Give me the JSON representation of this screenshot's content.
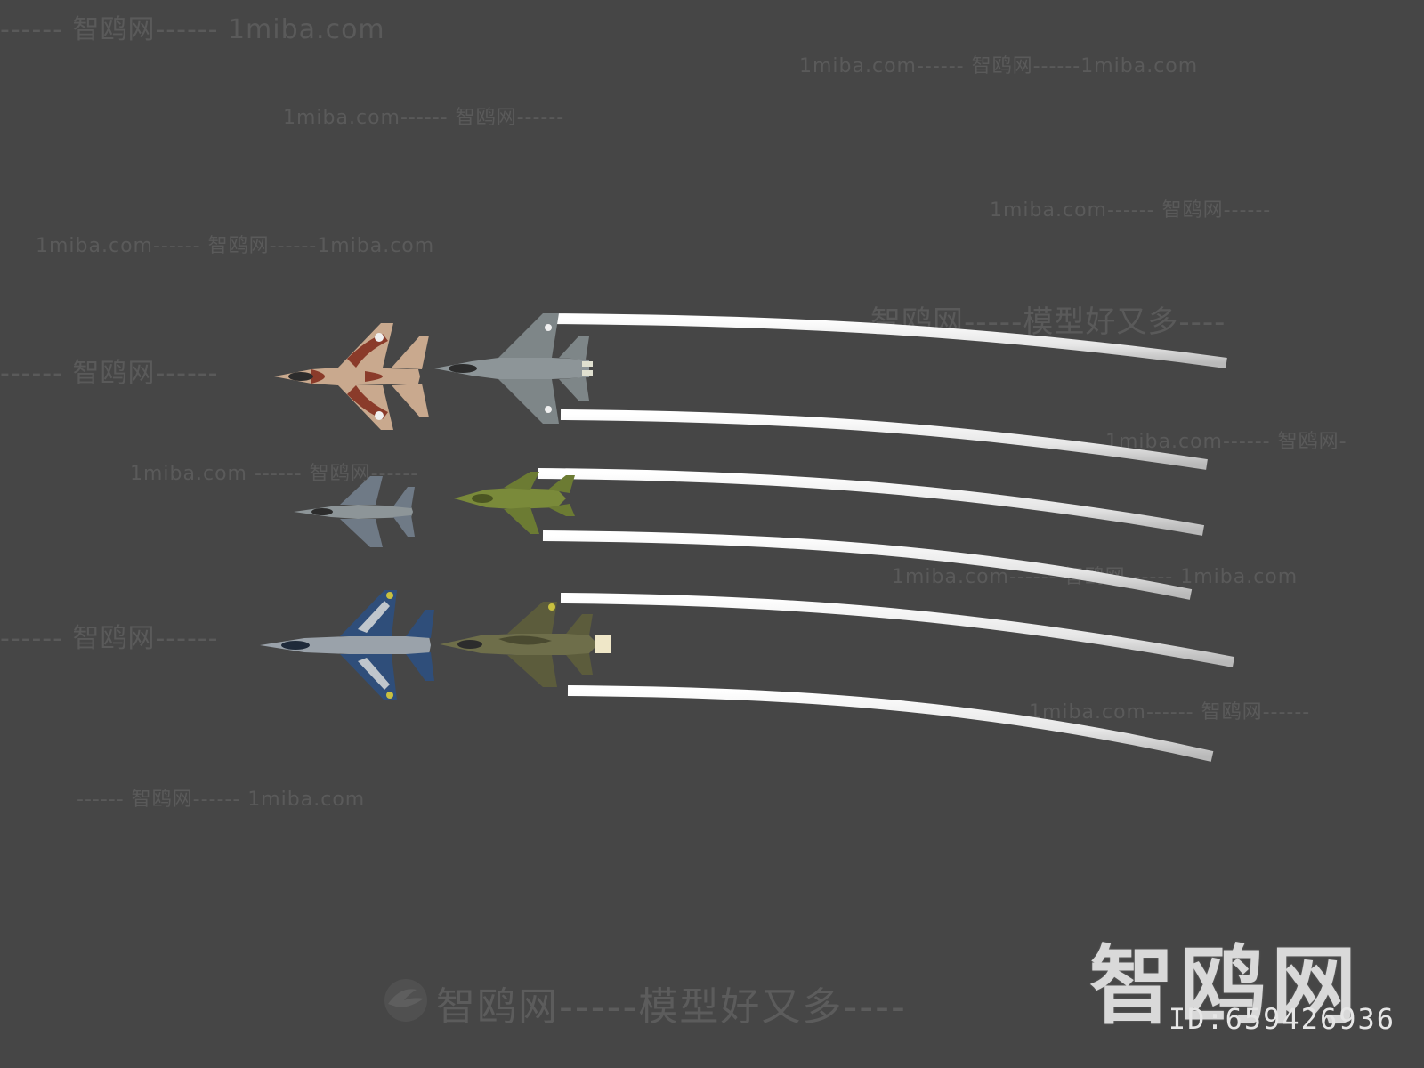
{
  "watermarks": {
    "brand": "智鸥网",
    "domain": "1miba.com",
    "slogan_line": "智鸥网-----模型好又多----",
    "dash_short": "------",
    "wm1": "------ 智鸥网------ 1miba.com",
    "wm2": "1miba.com------ 智鸥网------1miba.com",
    "wm3": "1miba.com------ 智鸥网------",
    "wm4": "1miba.com------ 智鸥网------",
    "wm5": "1miba.com------ 智鸥网------1miba.com",
    "wm6": "智鸥网-----模型好又多----",
    "wm7": "------ 智鸥网------",
    "wm8": "1miba.com------ 智鸥网-",
    "wm9": "1miba.com ------ 智鸥网------",
    "wm10": "1miba.com------ 智鸥网------ 1miba.com",
    "wm11": "------ 智鸥网------",
    "wm12": "1miba.com------ 智鸥网------",
    "wm13": "------ 智鸥网------ 1miba.com"
  },
  "brand_logo": {
    "text": "智鸥网",
    "id_text": "ID:659426936"
  },
  "bottom_slogan": "智鸥网-----模型好又多----",
  "colors": {
    "background": "#464646",
    "watermark": "#5a5a5a",
    "smoke_trail": "#e9e9e9",
    "camo_tan": "#c9a98e",
    "camo_brown": "#8a3b2a",
    "grey_jet": "#8d9598",
    "green_jet": "#7a8a3a",
    "blue_jet": "#2f4e7a",
    "olive_jet": "#6e6e4a"
  },
  "icons": {
    "bird_logo": "bird-logo-icon"
  }
}
